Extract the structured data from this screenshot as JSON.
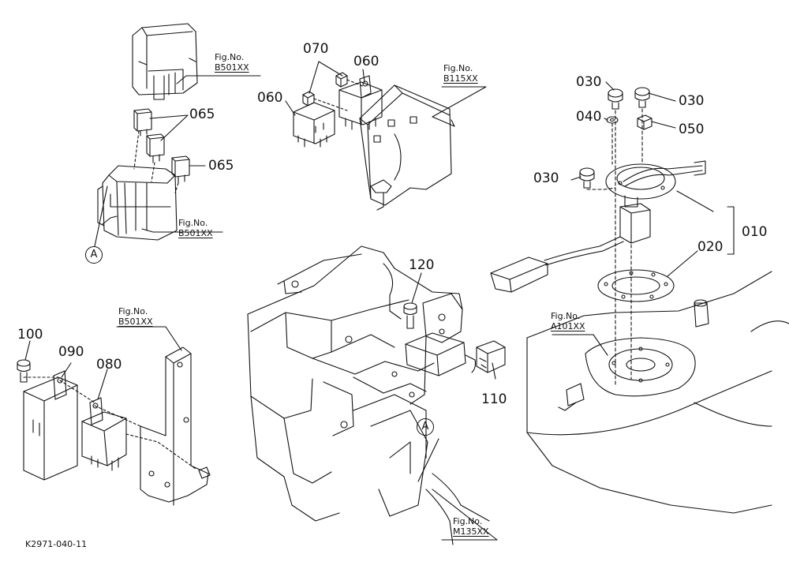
{
  "drawing_id": "K2971-040-11",
  "fig_prefix": "Fig.No.",
  "fig_refs": [
    {
      "code": "B501XX"
    },
    {
      "code": "B115XX"
    },
    {
      "code": "B501XX"
    },
    {
      "code": "B501XX"
    },
    {
      "code": "A101XX"
    },
    {
      "code": "M135XX"
    }
  ],
  "callouts": [
    {
      "number": "070"
    },
    {
      "number": "060"
    },
    {
      "number": "060"
    },
    {
      "number": "065"
    },
    {
      "number": "065"
    },
    {
      "number": "030"
    },
    {
      "number": "030"
    },
    {
      "number": "040"
    },
    {
      "number": "050"
    },
    {
      "number": "030"
    },
    {
      "number": "010"
    },
    {
      "number": "020"
    },
    {
      "number": "120"
    },
    {
      "number": "100"
    },
    {
      "number": "090"
    },
    {
      "number": "080"
    },
    {
      "number": "110"
    }
  ],
  "refs": [
    {
      "letter": "A"
    },
    {
      "letter": "A"
    }
  ]
}
